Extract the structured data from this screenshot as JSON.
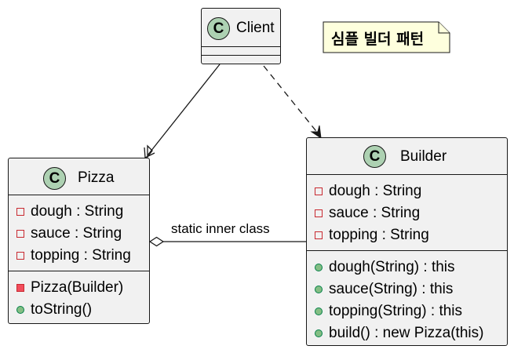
{
  "note": {
    "text": "심플 빌더 패턴"
  },
  "relation_label": "static inner class",
  "classes": {
    "client": {
      "stereotype": "C",
      "name": "Client"
    },
    "pizza": {
      "stereotype": "C",
      "name": "Pizza",
      "fields": [
        "dough : String",
        "sauce : String",
        "topping : String"
      ],
      "methods": [
        "Pizza(Builder)",
        "toString()"
      ]
    },
    "builder": {
      "stereotype": "C",
      "name": "Builder",
      "fields": [
        "dough : String",
        "sauce : String",
        "topping : String"
      ],
      "methods": [
        "dough(String) : this",
        "sauce(String) : this",
        "topping(String) : this",
        "build() : new Pizza(this)"
      ]
    }
  },
  "colors": {
    "class_fill": "#f1f1f1",
    "stereotype_circle": "#add1b2",
    "note_fill": "#feffdd",
    "private_marker": "#c82930",
    "public_marker": "#038048",
    "line": "#181818"
  }
}
